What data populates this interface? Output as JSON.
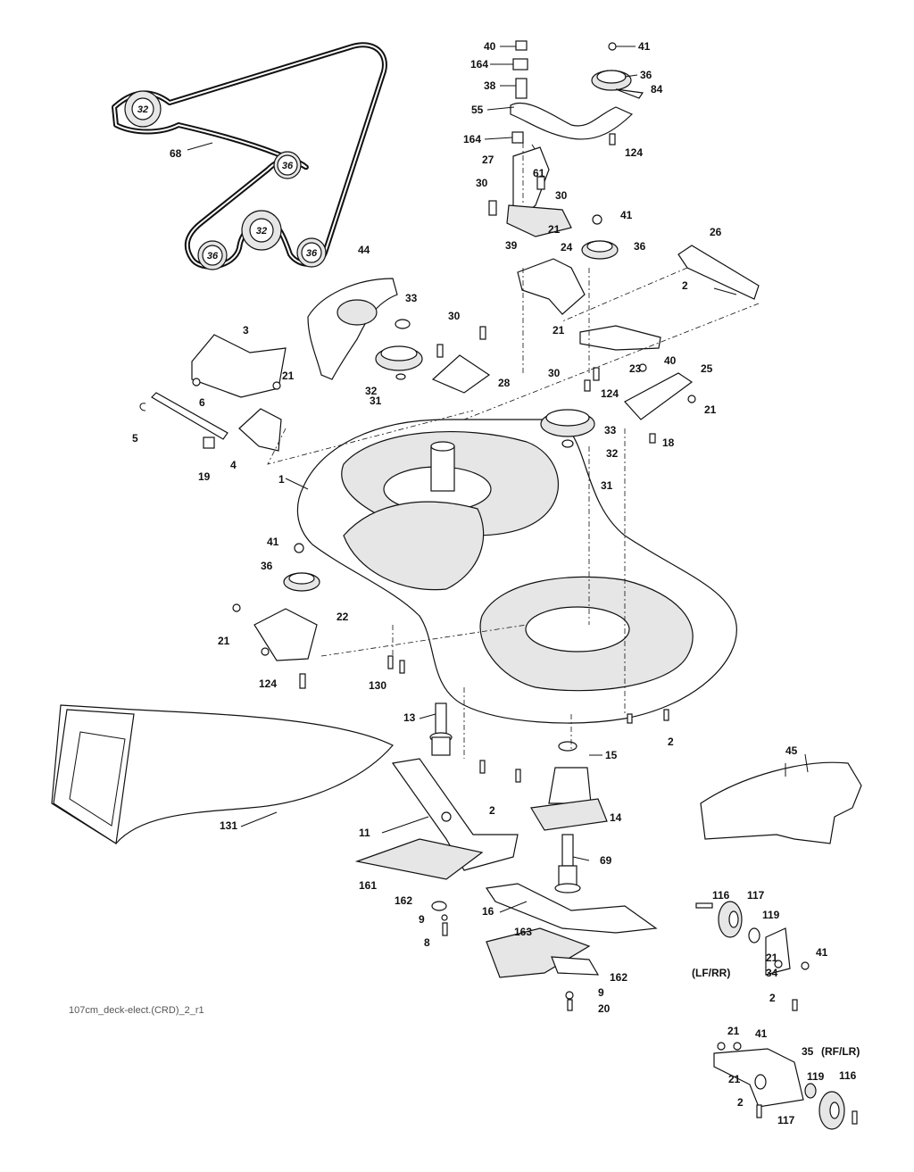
{
  "diagram": {
    "footer_code": "107cm_deck-elect.(CRD)_2_r1",
    "belt_pulleys": [
      "32",
      "36",
      "32",
      "36",
      "36"
    ],
    "labels": [
      "40",
      "164",
      "38",
      "55",
      "164",
      "41",
      "36",
      "84",
      "124",
      "27",
      "61",
      "30",
      "30",
      "41",
      "21",
      "39",
      "36",
      "24",
      "26",
      "2",
      "44",
      "33",
      "30",
      "3",
      "21",
      "6",
      "5",
      "19",
      "4",
      "32",
      "31",
      "28",
      "21",
      "23",
      "30",
      "124",
      "40",
      "25",
      "21",
      "33",
      "32",
      "31",
      "18",
      "1",
      "41",
      "36",
      "22",
      "21",
      "124",
      "130",
      "68",
      "13",
      "15",
      "2",
      "2",
      "14",
      "11",
      "131",
      "161",
      "162",
      "9",
      "8",
      "69",
      "16",
      "163",
      "162",
      "9",
      "20",
      "45",
      "116",
      "117",
      "119",
      "21",
      "34",
      "41",
      "2",
      "21",
      "41",
      "35",
      "21",
      "119",
      "2",
      "116",
      "117"
    ],
    "notes": {
      "lf_rr": "(LF/RR)",
      "rf_lr": "(RF/LR)"
    }
  }
}
